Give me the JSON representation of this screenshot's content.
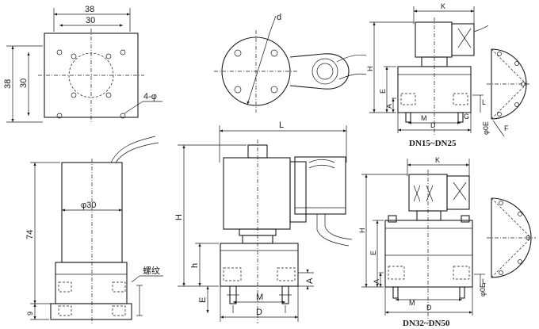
{
  "labels": {
    "width_38": "38",
    "width_30": "30",
    "height_38": "38",
    "height_30": "30",
    "holes": "4-φ",
    "d": "d",
    "L": "L",
    "H": "H",
    "h": "h",
    "A": "A",
    "E": "E",
    "M": "M",
    "D": "D",
    "K": "K",
    "F": "F",
    "dia_30": "φ30",
    "height_74": "74",
    "height_9": "9",
    "thread": "螺纹",
    "g_small": "G",
    "caption_small": "DN15~DN25",
    "caption_large": "DN32~DN50",
    "phi_side": "φ0E"
  }
}
